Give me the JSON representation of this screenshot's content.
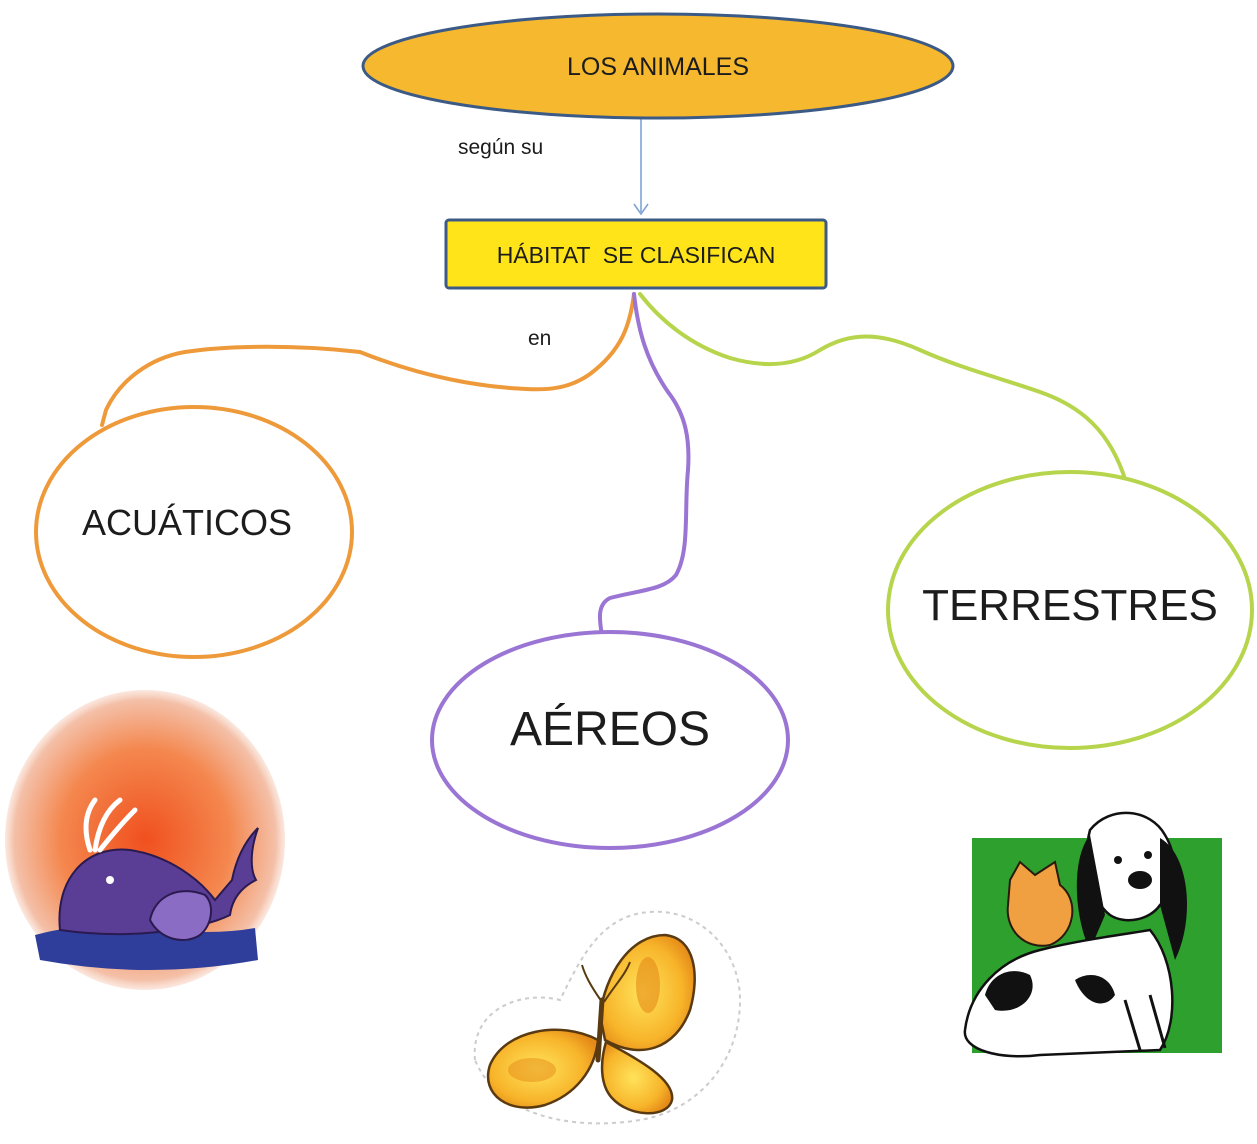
{
  "root": {
    "label": "LOS ANIMALES",
    "fill": "#F5B82E",
    "stroke": "#3C5A86"
  },
  "link_root": {
    "label": "según su",
    "color": "#7FA3D6"
  },
  "classifier": {
    "label": "HÁBITAT  SE CLASIFICAN",
    "fill": "#FFE41A",
    "stroke": "#3C5A86"
  },
  "link_classifier": {
    "label": "en"
  },
  "categories": [
    {
      "label": "ACUÁTICOS",
      "color": "#EE9A3A",
      "illustration": "whale-icon"
    },
    {
      "label": "AÉREOS",
      "color": "#9A75D4",
      "illustration": "butterfly-icon"
    },
    {
      "label": "TERRESTRES",
      "color": "#B7D54C",
      "illustration": "dog-and-cat-icon"
    }
  ]
}
